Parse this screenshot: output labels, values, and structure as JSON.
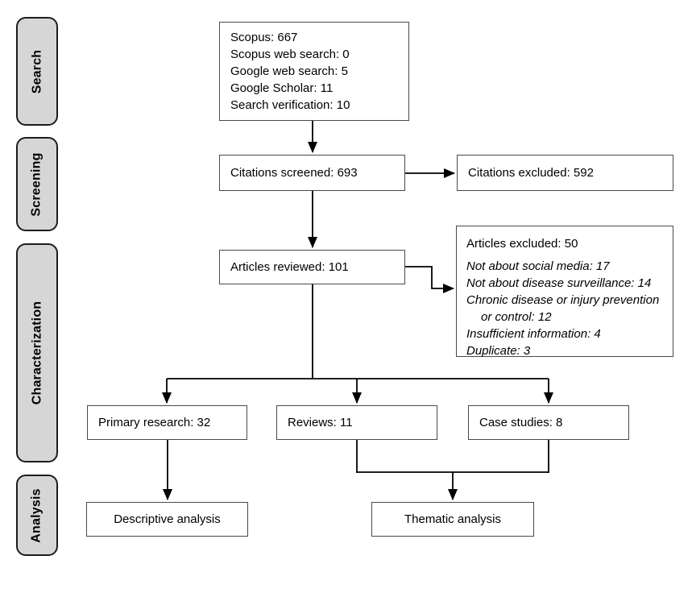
{
  "diagram": {
    "stages": [
      {
        "label": "Search"
      },
      {
        "label": "Screening"
      },
      {
        "label": "Characterization"
      },
      {
        "label": "Analysis"
      }
    ],
    "boxes": {
      "search_results": {
        "lines": [
          "Scopus: 667",
          "Scopus web search: 0",
          "Google web search: 5",
          "Google Scholar: 11",
          "Search verification: 10"
        ]
      },
      "citations_screened": {
        "label": "Citations screened: 693"
      },
      "citations_excluded": {
        "label": "Citations excluded: 592"
      },
      "articles_reviewed": {
        "label": "Articles reviewed: 101"
      },
      "articles_excluded": {
        "label": "Articles excluded: 50",
        "reasons": [
          "Not about social media: 17",
          "Not about disease surveillance: 14",
          "Chronic disease or injury prevention or control: 12",
          "Insufficient information: 4",
          "Duplicate: 3"
        ]
      },
      "primary_research": {
        "label": "Primary research: 32"
      },
      "reviews": {
        "label": "Reviews: 11"
      },
      "case_studies": {
        "label": "Case studies: 8"
      },
      "descriptive_analysis": {
        "label": "Descriptive analysis"
      },
      "thematic_analysis": {
        "label": "Thematic analysis"
      }
    },
    "colors": {
      "page_bg": "#ffffff",
      "stage_fill": "#d6d6d6",
      "stage_border": "#1c1c1c",
      "box_border": "#4a4a4a",
      "connector": "#000000",
      "text": "#000000"
    }
  }
}
